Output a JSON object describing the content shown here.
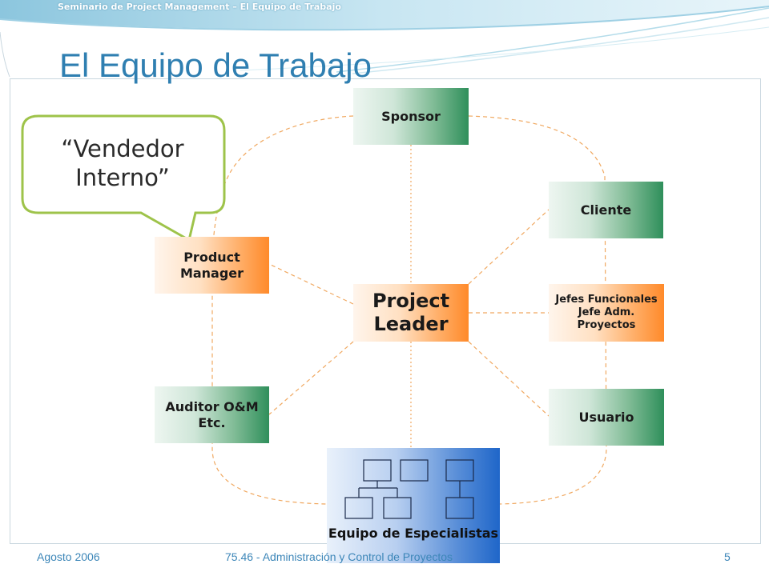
{
  "header": {
    "running_title": "Seminario de Project Management – El Equipo de Trabajo",
    "slide_title": "El Equipo de Trabajo"
  },
  "callout": {
    "text": "“Vendedor Interno”"
  },
  "roles": {
    "sponsor": "Sponsor",
    "cliente": "Cliente",
    "jefes": "Jefes Funcionales Jefe Adm. Proyectos",
    "usuario": "Usuario",
    "product_manager": "Product Manager",
    "auditor": "Auditor O&M Etc.",
    "project_leader": "Project Leader",
    "equipo": "Equipo de Especialistas"
  },
  "footer": {
    "date": "Agosto 2006",
    "course": "75.46 - Administración y Control de Proyectos",
    "page": "5"
  },
  "colors": {
    "title": "#2f7fb1",
    "connector": "#f0a860",
    "bubble_border": "#9ec34a",
    "green_end": "#2f8f5b",
    "orange_end": "#ff8a2a",
    "blue_end": "#1f66c9"
  }
}
